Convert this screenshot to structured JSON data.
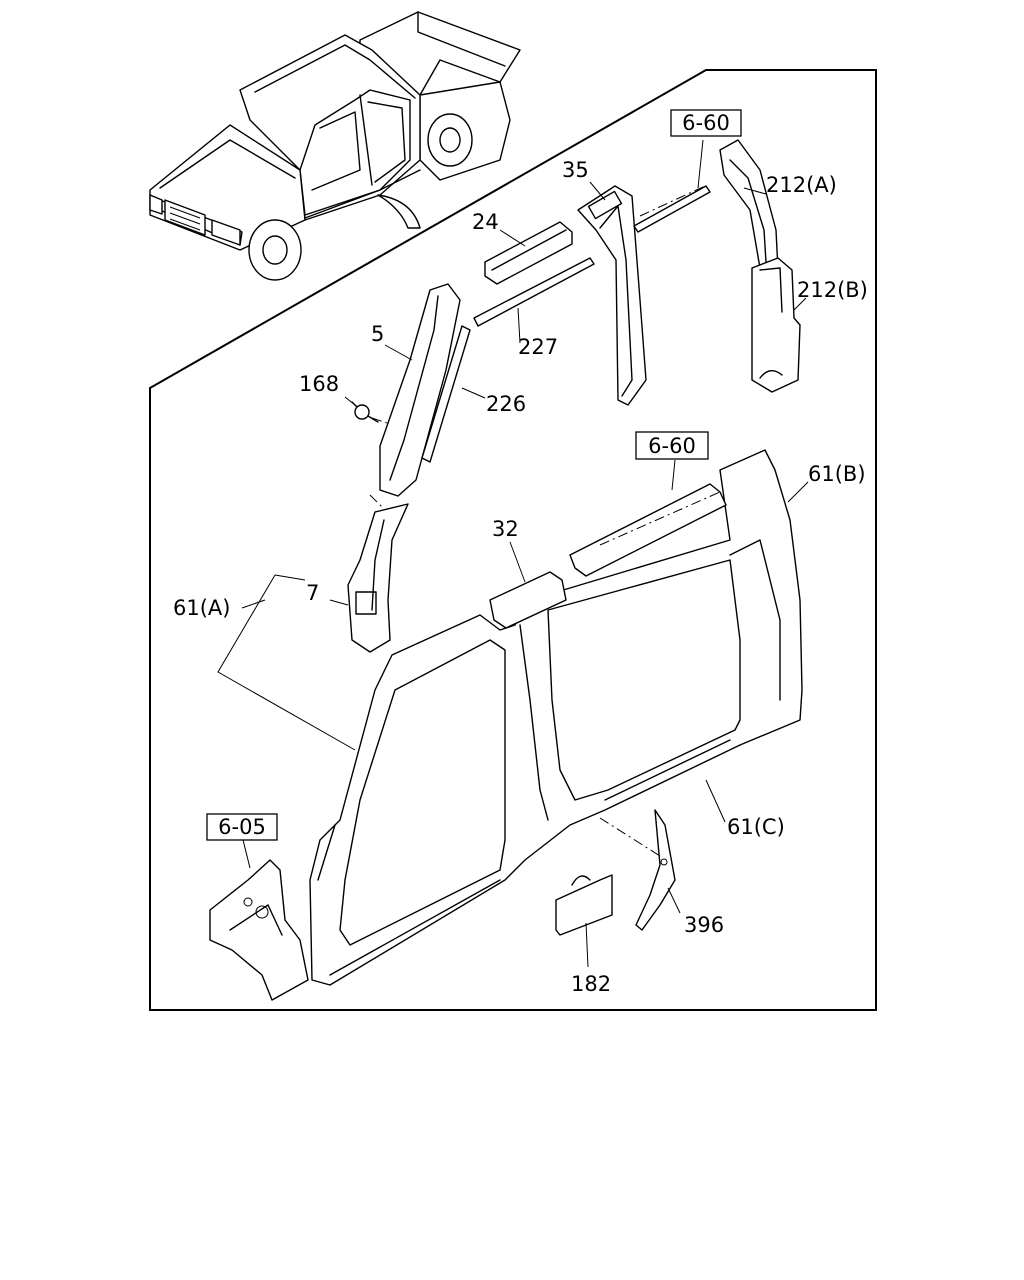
{
  "references": [
    {
      "id": "ref-top",
      "text": "6-60"
    },
    {
      "id": "ref-mid",
      "text": "6-60"
    },
    {
      "id": "ref-bottom",
      "text": "6-05"
    }
  ],
  "parts": [
    {
      "id": "p35",
      "text": "35"
    },
    {
      "id": "p212a",
      "text": "212(A)"
    },
    {
      "id": "p24",
      "text": "24"
    },
    {
      "id": "p212b",
      "text": "212(B)"
    },
    {
      "id": "p5",
      "text": "5"
    },
    {
      "id": "p227",
      "text": "227"
    },
    {
      "id": "p168",
      "text": "168"
    },
    {
      "id": "p226",
      "text": "226"
    },
    {
      "id": "p61b",
      "text": "61(B)"
    },
    {
      "id": "p32",
      "text": "32"
    },
    {
      "id": "p7",
      "text": "7"
    },
    {
      "id": "p61a",
      "text": "61(A)"
    },
    {
      "id": "p61c",
      "text": "61(C)"
    },
    {
      "id": "p396",
      "text": "396"
    },
    {
      "id": "p182",
      "text": "182"
    }
  ]
}
